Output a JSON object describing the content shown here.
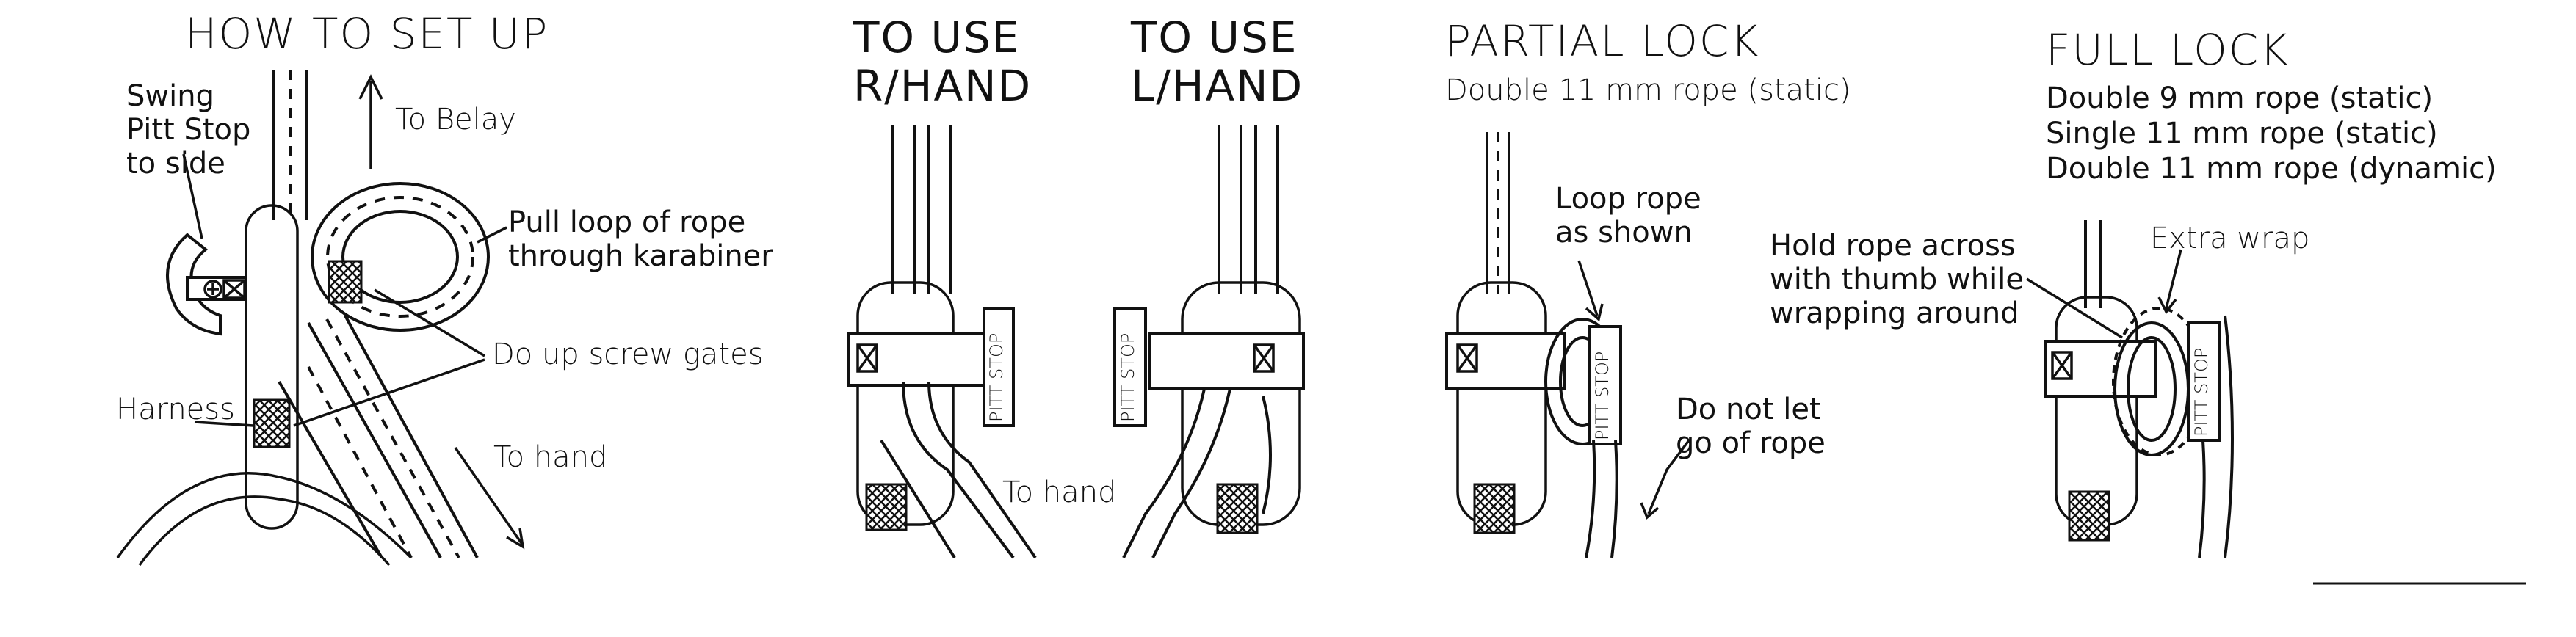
{
  "panels": {
    "setup": {
      "title": "HOW TO SET UP",
      "swing": [
        "Swing",
        "Pitt Stop",
        "to side"
      ],
      "to_belay": "To Belay",
      "pull_loop": [
        "Pull loop of rope",
        "through karabiner"
      ],
      "screw_gates": "Do up screw gates",
      "harness": "Harness",
      "to_hand": "To hand"
    },
    "rhand": {
      "title": [
        "TO USE",
        "R/HAND"
      ],
      "device_label": "PITT STOP",
      "to_hand": "To hand"
    },
    "lhand": {
      "title": [
        "TO USE",
        "L/HAND"
      ],
      "device_label": "PITT STOP"
    },
    "partial": {
      "title": "PARTIAL LOCK",
      "rope": "Double 11 mm rope (static)",
      "loop": [
        "Loop rope",
        "as shown"
      ],
      "device_label": "PITT STOP",
      "let_go": [
        "Do not let",
        "go of rope"
      ]
    },
    "full": {
      "title": "FULL LOCK",
      "ropes": [
        "Double 9 mm rope (static)",
        "Single 11 mm rope (static)",
        "Double 11 mm rope (dynamic)"
      ],
      "hold": [
        "Hold rope across",
        "with thumb while",
        "wrapping around"
      ],
      "extra_wrap": "Extra wrap",
      "device_label": "PITT STOP"
    }
  }
}
